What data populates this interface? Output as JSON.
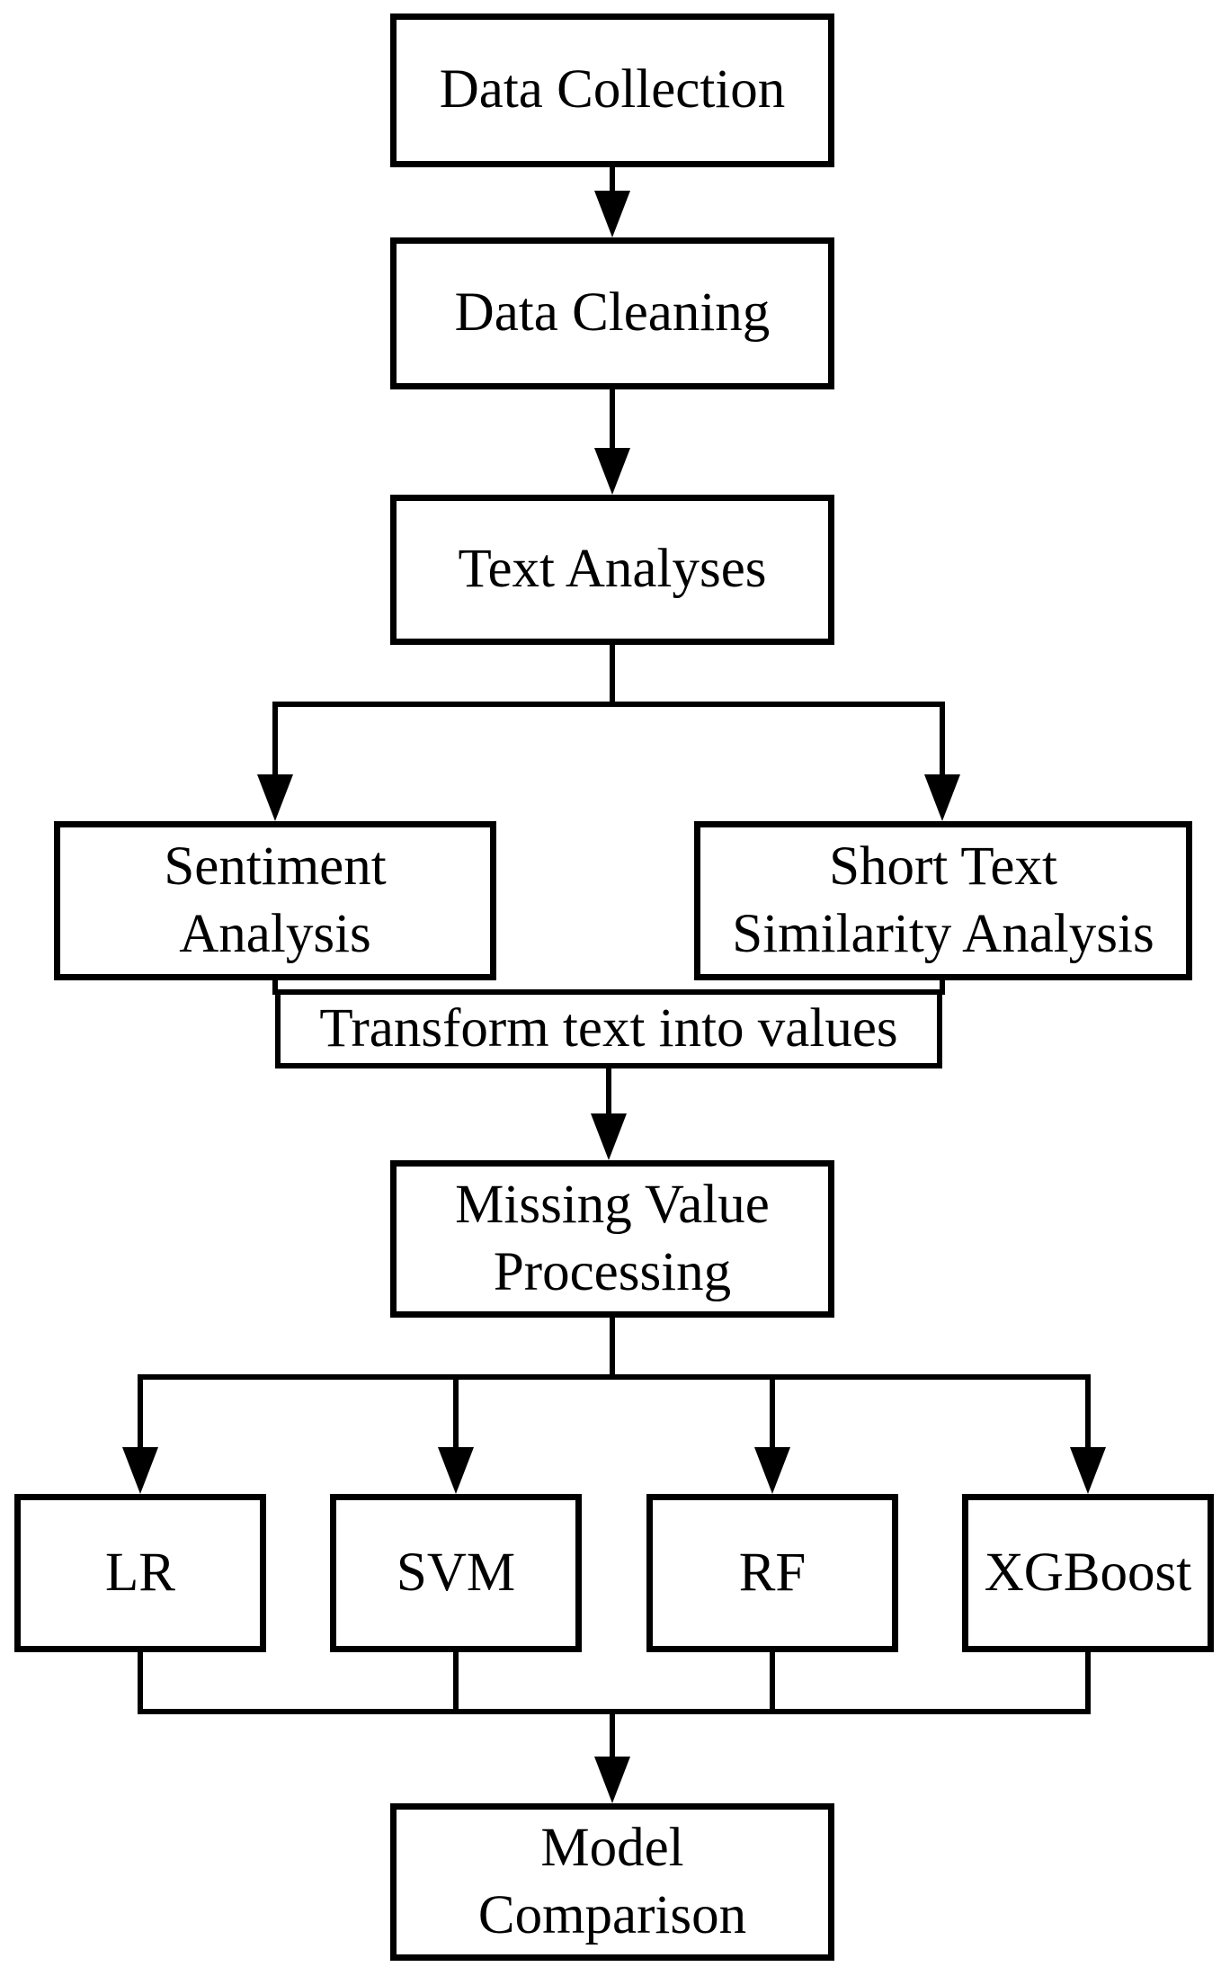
{
  "colors": {
    "background": "#ffffff",
    "box_fill": "#ffffff",
    "line": "#000000",
    "text": "#000000"
  },
  "nodes": {
    "data_collection": {
      "label": "Data Collection"
    },
    "data_cleaning": {
      "label": "Data Cleaning"
    },
    "text_analyses": {
      "label": "Text Analyses"
    },
    "sentiment": {
      "label": "Sentiment\nAnalysis"
    },
    "short_text": {
      "label": "Short Text\nSimilarity Analysis"
    },
    "transform": {
      "label": "Transform text into values"
    },
    "missing_value": {
      "label": "Missing Value\nProcessing"
    },
    "lr": {
      "label": "LR"
    },
    "svm": {
      "label": "SVM"
    },
    "rf": {
      "label": "RF"
    },
    "xgboost": {
      "label": "XGBoost"
    },
    "model_comparison": {
      "label": "Model\nComparison"
    }
  },
  "edges": [
    {
      "from": "data_collection",
      "to": "data_cleaning",
      "arrowhead": true
    },
    {
      "from": "data_cleaning",
      "to": "text_analyses",
      "arrowhead": true
    },
    {
      "from": "text_analyses",
      "to": "sentiment",
      "arrowhead": true
    },
    {
      "from": "text_analyses",
      "to": "short_text",
      "arrowhead": true
    },
    {
      "from": "sentiment",
      "to": "transform",
      "arrowhead": false
    },
    {
      "from": "short_text",
      "to": "transform",
      "arrowhead": false
    },
    {
      "from": "transform",
      "to": "missing_value",
      "arrowhead": true
    },
    {
      "from": "missing_value",
      "to": "lr",
      "arrowhead": true
    },
    {
      "from": "missing_value",
      "to": "svm",
      "arrowhead": true
    },
    {
      "from": "missing_value",
      "to": "rf",
      "arrowhead": true
    },
    {
      "from": "missing_value",
      "to": "xgboost",
      "arrowhead": true
    },
    {
      "from": "lr",
      "to": "model_comparison",
      "arrowhead": true
    },
    {
      "from": "svm",
      "to": "model_comparison",
      "arrowhead": true
    },
    {
      "from": "rf",
      "to": "model_comparison",
      "arrowhead": true
    },
    {
      "from": "xgboost",
      "to": "model_comparison",
      "arrowhead": true
    }
  ]
}
